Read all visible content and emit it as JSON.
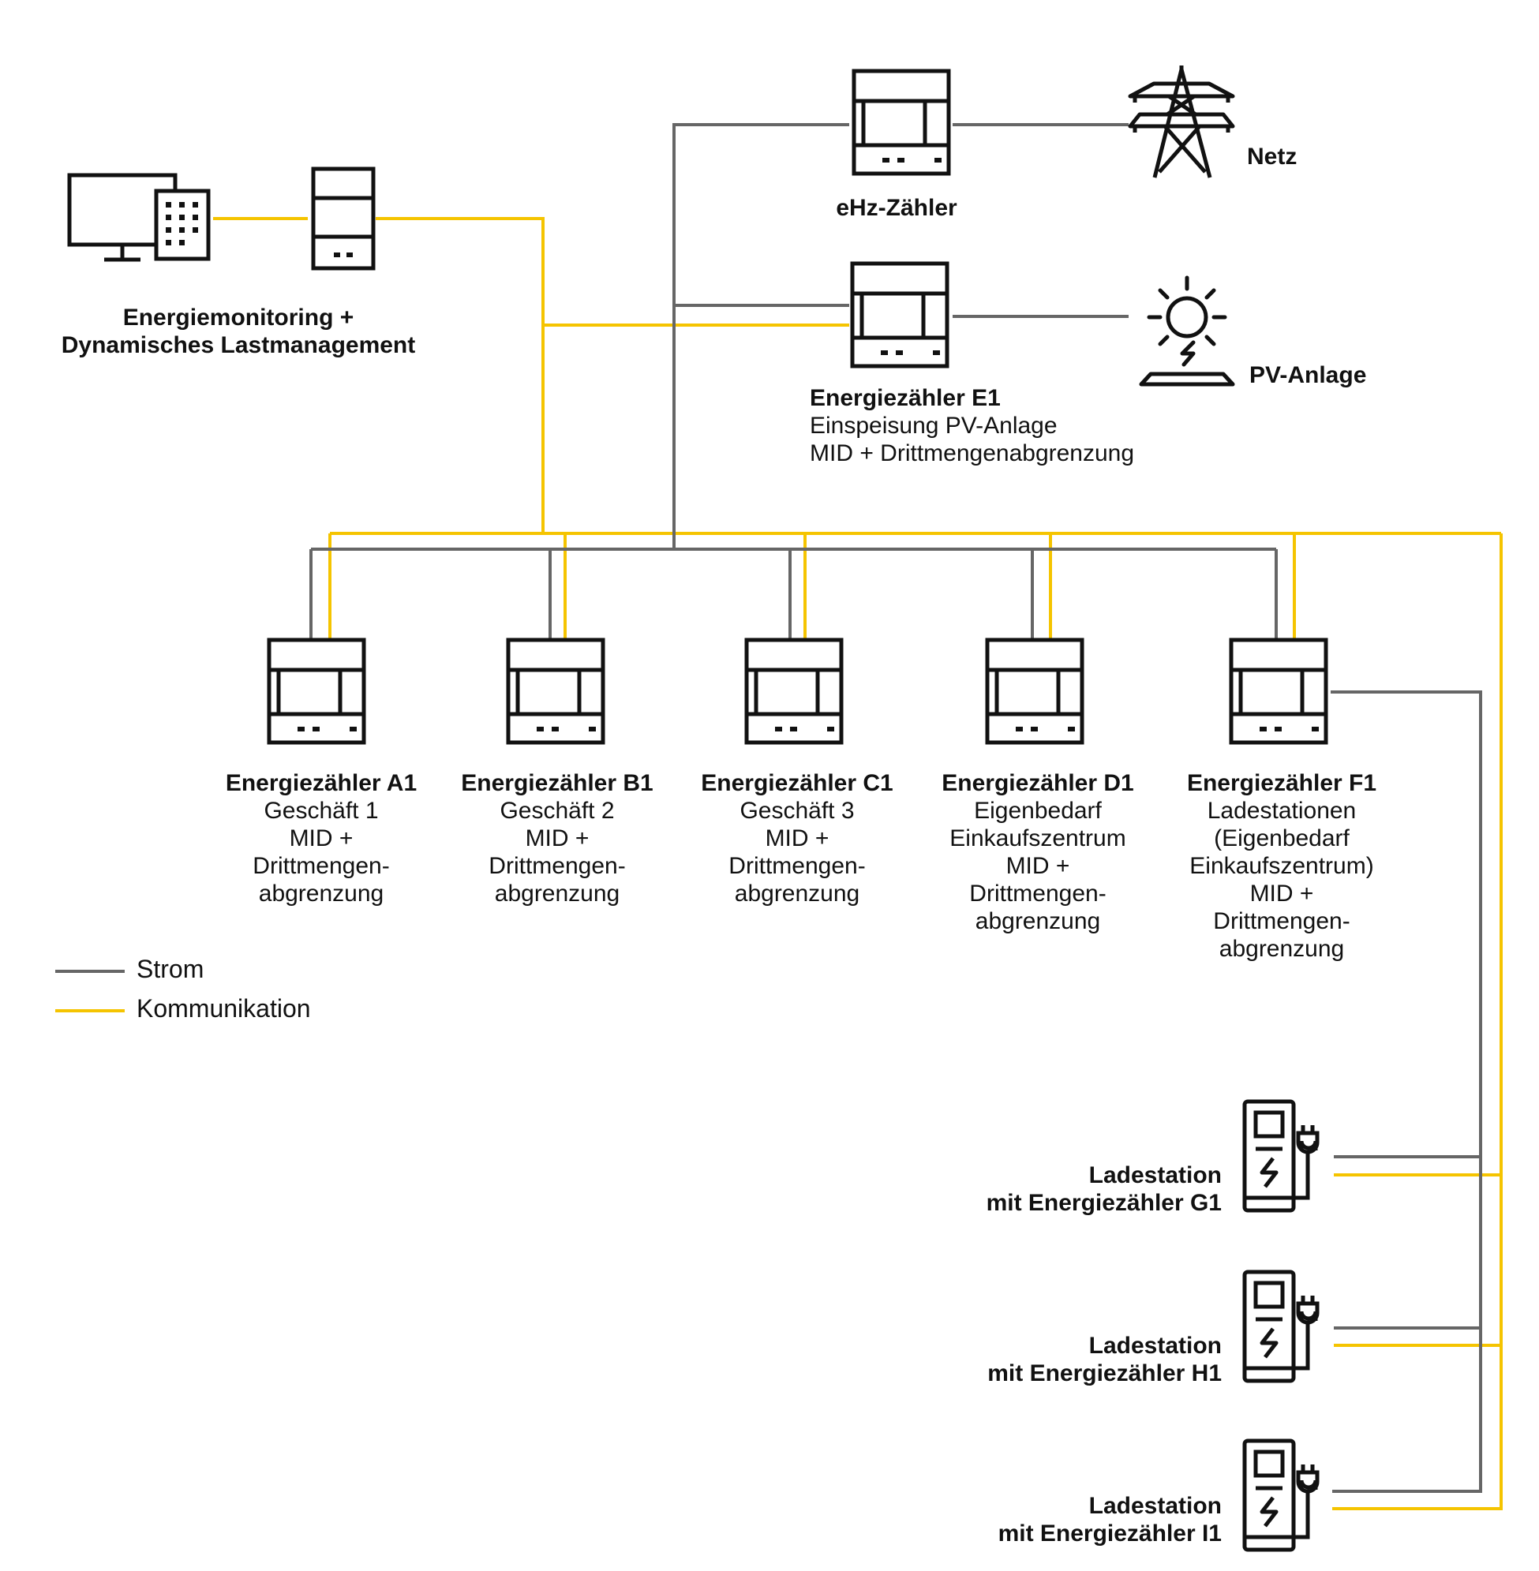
{
  "colors": {
    "strom": "#666666",
    "kommunikation": "#f5c400",
    "icon": "#111111"
  },
  "labels": {
    "monitoring": [
      "Energiemonitoring +",
      "Dynamisches Lastmanagement"
    ],
    "ehz": "eHz-Zähler",
    "netz": "Netz",
    "e1": {
      "title": "Energiezähler E1",
      "lines": [
        "Einspeisung PV-Anlage",
        "MID + Drittmengenabgrenzung"
      ]
    },
    "pv": "PV-Anlage",
    "a1": {
      "title": "Energiezähler A1",
      "lines": [
        "Geschäft 1",
        "MID +",
        "Drittmengen-",
        "abgrenzung"
      ]
    },
    "b1": {
      "title": "Energiezähler B1",
      "lines": [
        "Geschäft 2",
        "MID +",
        "Drittmengen-",
        "abgrenzung"
      ]
    },
    "c1": {
      "title": "Energiezähler C1",
      "lines": [
        "Geschäft 3",
        "MID +",
        "Drittmengen-",
        "abgrenzung"
      ]
    },
    "d1": {
      "title": "Energiezähler D1",
      "lines": [
        "Eigenbedarf",
        "Einkaufszentrum",
        "MID +",
        "Drittmengen-",
        "abgrenzung"
      ]
    },
    "f1": {
      "title": "Energiezähler F1",
      "lines": [
        "Ladestationen",
        "(Eigenbedarf",
        "Einkaufszentrum)",
        "MID +",
        "Drittmengen-",
        "abgrenzung"
      ]
    },
    "g1": [
      "Ladestation",
      "mit Energiezähler G1"
    ],
    "h1": [
      "Ladestation",
      "mit Energiezähler H1"
    ],
    "i1": [
      "Ladestation",
      "mit Energiezähler I1"
    ]
  },
  "legend": {
    "strom": "Strom",
    "kommunikation": "Kommunikation"
  },
  "icons": {
    "computer": "computer-building-icon",
    "gateway": "gateway-meter-icon",
    "meter": "energy-meter-icon",
    "pylon": "power-pylon-icon",
    "sun": "solar-panel-icon",
    "charger": "charging-station-icon"
  }
}
